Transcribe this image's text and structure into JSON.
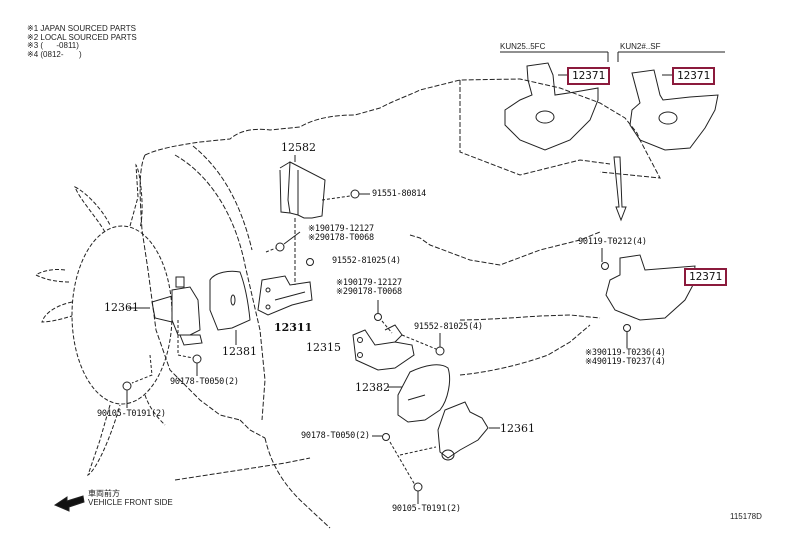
{
  "legend": [
    "※1 JAPAN SOURCED PARTS",
    "※2 LOCAL SOURCED PARTS",
    "※3 (      -0811)",
    "※4 (0812-       )"
  ],
  "variants": {
    "left": "KUN25..5FC",
    "right": "KUN2#..SF"
  },
  "highlight_color": "#8b1a3c",
  "parts": {
    "mount_12371_a": "12371",
    "mount_12371_b": "12371",
    "mount_12371_c": "12371",
    "heat_insulator": "12582",
    "bolt_91551": "91551-80814",
    "nut_90179_line1": "※190179-12127",
    "nut_90179_line2": "※290178-T0068",
    "bolt_91552_top": "91552-81025(4)",
    "bracket_12311": "12311",
    "mount_12361_left": "12361",
    "insulator_12381": "12381",
    "nut_90178_left": "90178-T0050(2)",
    "bolt_90105_left": "90105-T0191(2)",
    "nut_90179_mid_line1": "※190179-12127",
    "nut_90179_mid_line2": "※290178-T0068",
    "bracket_12315": "12315",
    "bolt_91552_mid": "91552-81025(4)",
    "insulator_12382": "12382",
    "mount_12361_right": "12361",
    "nut_90178_right": "90178-T0050(2)",
    "bolt_90105_right": "90105-T0191(2)",
    "bolt_90119_top": "90119-T0212(4)",
    "bolt_90119_b1": "※390119-T0236(4)",
    "bolt_90119_b2": "※490119-T0237(4)"
  },
  "front_indicator": {
    "jp": "車両前方",
    "en": "VEHICLE FRONT SIDE",
    "icon": "arrow-left-icon"
  },
  "diagram_code": "115178D"
}
